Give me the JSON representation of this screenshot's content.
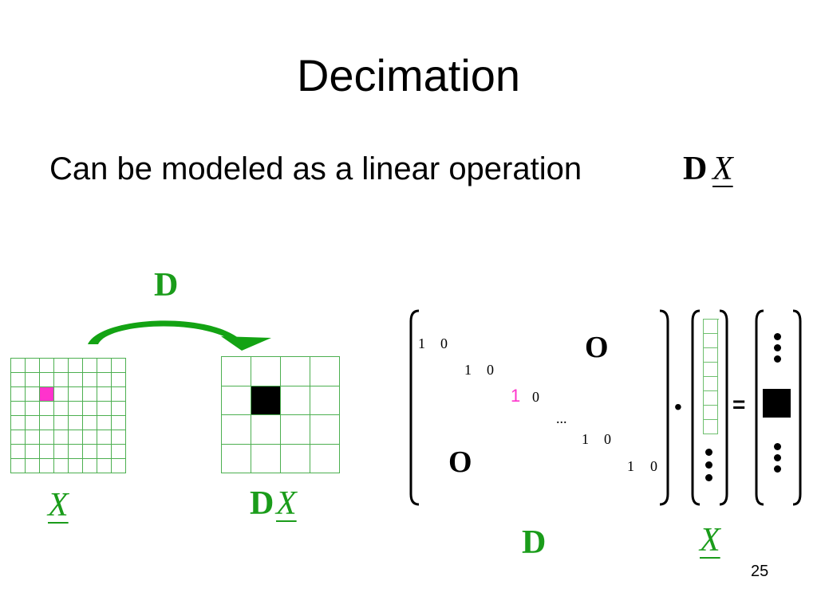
{
  "slide": {
    "title": "Decimation",
    "subtitle": "Can be modeled as a linear operation",
    "page_number": "25"
  },
  "symbols": {
    "D": "D",
    "X": "X",
    "dot_op": "•",
    "equals": "="
  },
  "matrix": {
    "entries": [
      {
        "value": "1",
        "highlight": false
      },
      {
        "value": "0",
        "highlight": false
      },
      {
        "value": "1",
        "highlight": false
      },
      {
        "value": "0",
        "highlight": false
      },
      {
        "value": "1",
        "highlight": true
      },
      {
        "value": "0",
        "highlight": false
      },
      {
        "value": "...",
        "highlight": false
      },
      {
        "value": "1",
        "highlight": false
      },
      {
        "value": "0",
        "highlight": false
      },
      {
        "value": "1",
        "highlight": false
      },
      {
        "value": "0",
        "highlight": false
      }
    ],
    "zero_block_upper": "O",
    "zero_block_lower": "O"
  },
  "colors": {
    "green": "#1a9c1a",
    "arrow": "#13a313",
    "highlight": "#ff33cc",
    "grid_line": "#4caf50"
  }
}
